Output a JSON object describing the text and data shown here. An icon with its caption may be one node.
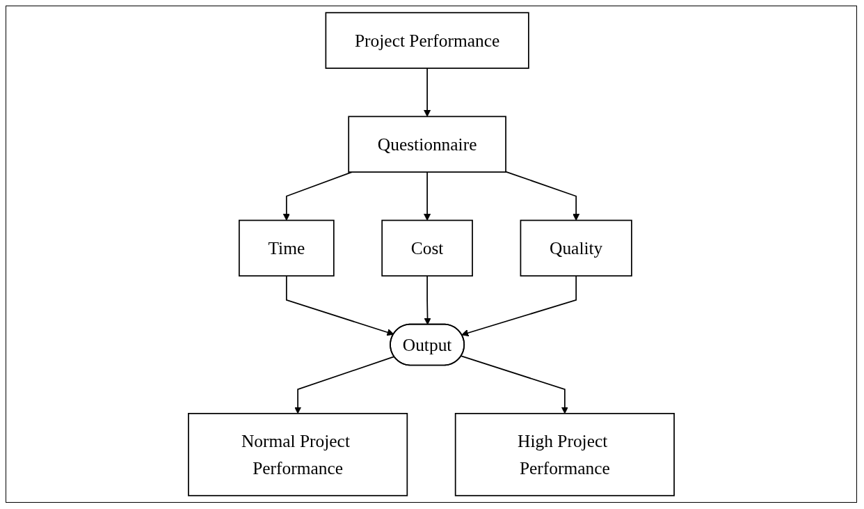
{
  "diagram": {
    "nodes": [
      {
        "text": [
          "Project Performance"
        ]
      },
      {
        "text": [
          "Questionnaire"
        ]
      },
      {
        "text": [
          "Time"
        ]
      },
      {
        "text": [
          "Cost"
        ]
      },
      {
        "text": [
          "Quality"
        ]
      },
      {
        "text": [
          "Output"
        ]
      },
      {
        "text": [
          "Normal Project Performance"
        ]
      },
      {
        "text": [
          "High Project Performance"
        ]
      }
    ],
    "edges": [
      {
        "from": 0,
        "to": 1,
        "arrow": "to"
      },
      {
        "from": 1,
        "to": 2,
        "arrow": "to"
      },
      {
        "from": 1,
        "to": 3,
        "arrow": "to"
      },
      {
        "from": 1,
        "to": 4,
        "arrow": "to"
      },
      {
        "from": 2,
        "to": 5,
        "arrow": "to"
      },
      {
        "from": 3,
        "to": 5,
        "arrow": "to"
      },
      {
        "from": 4,
        "to": 5,
        "arrow": "to"
      },
      {
        "from": 5,
        "to": 6,
        "arrow": "to"
      },
      {
        "from": 5,
        "to": 7,
        "arrow": "to"
      }
    ]
  }
}
